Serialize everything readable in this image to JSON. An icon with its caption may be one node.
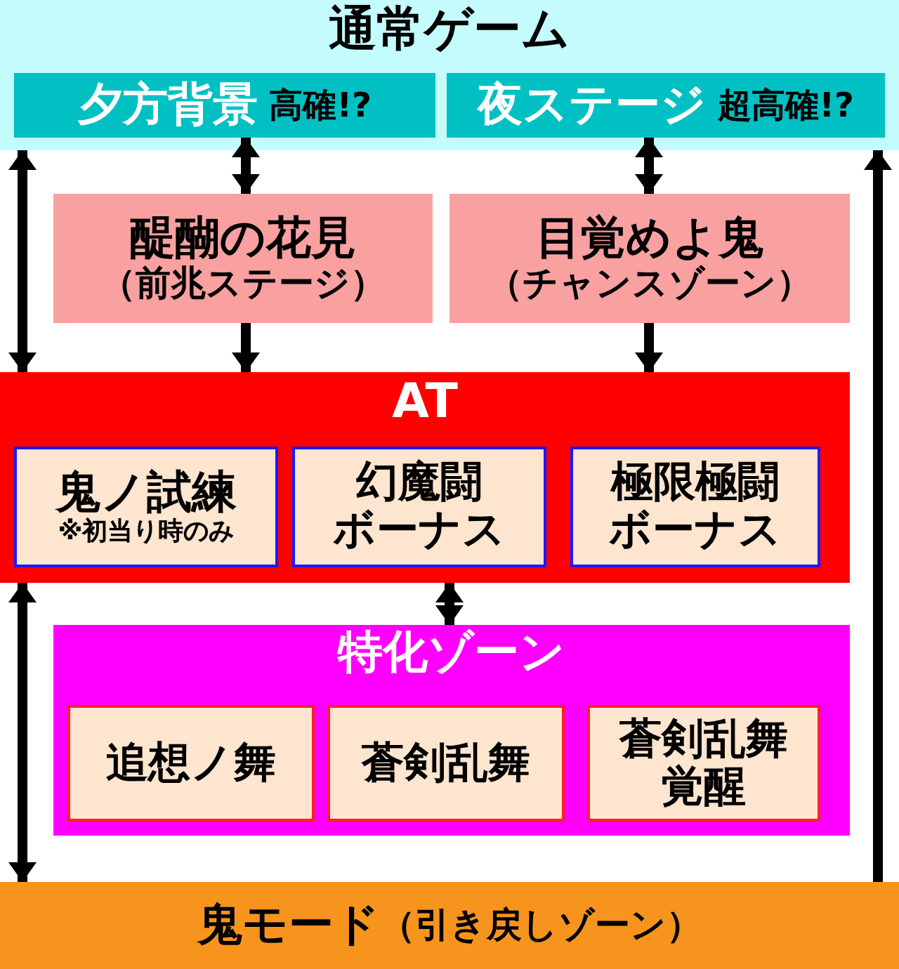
{
  "diagram": {
    "nodes": [
      {
        "text": [
          "通常ゲーム"
        ]
      },
      {
        "text": [
          "夕方背景",
          "高確!?"
        ],
        "in": 0
      },
      {
        "text": [
          "夜ステージ",
          "超高確!?"
        ],
        "in": 0
      },
      {
        "text": [
          "醍醐の花見",
          "（前兆ステージ）"
        ]
      },
      {
        "text": [
          "目覚めよ鬼",
          "（チャンスゾーン）"
        ]
      },
      {
        "text": [
          "AT"
        ]
      },
      {
        "text": [
          "鬼ノ試練",
          "※初当り時のみ"
        ],
        "in": 5
      },
      {
        "text": [
          "幻魔闘",
          "ボーナス"
        ],
        "in": 5
      },
      {
        "text": [
          "極限極闘",
          "ボーナス"
        ],
        "in": 5
      },
      {
        "text": [
          "特化ゾーン"
        ]
      },
      {
        "text": [
          "追想ノ舞"
        ],
        "in": 9
      },
      {
        "text": [
          "蒼剣乱舞"
        ],
        "in": 9
      },
      {
        "text": [
          "蒼剣乱舞",
          "覚醒"
        ],
        "in": 9
      },
      {
        "text": [
          "鬼モード",
          "（引き戻しゾーン）"
        ]
      }
    ],
    "edges": [
      {
        "from": 0,
        "to": 5,
        "arrow": "both"
      },
      {
        "from": 1,
        "to": 3,
        "arrow": "both"
      },
      {
        "from": 2,
        "to": 4,
        "arrow": "both"
      },
      {
        "from": 3,
        "to": 5,
        "arrow": "to"
      },
      {
        "from": 4,
        "to": 5,
        "arrow": "to"
      },
      {
        "from": 5,
        "to": 13,
        "arrow": "both"
      },
      {
        "from": 5,
        "to": 9,
        "arrow": "both"
      },
      {
        "from": 13,
        "to": 0,
        "arrow": "to"
      }
    ]
  }
}
